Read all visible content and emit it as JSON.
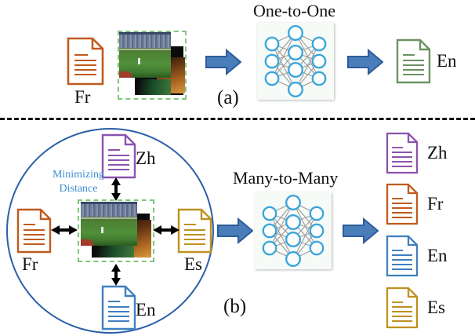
{
  "figure": {
    "divider_style": "dashed",
    "colors": {
      "arrow_fill": "#4A7EBB",
      "arrow_stroke": "#2E5C9A",
      "circle_stroke": "#2B5FA8",
      "dashbox": "#7dc67d",
      "node_stroke": "#3BA6DC",
      "edge": "#9a9a9a",
      "doc_orange": "#C05A1E",
      "doc_green": "#6B9362",
      "doc_purple": "#8B52B0",
      "doc_blue": "#3F7FBF",
      "doc_gold": "#BF9020",
      "mindist_text": "#3F8FD2",
      "black_arrow": "#000000"
    }
  },
  "panel_a": {
    "caption": "(a)",
    "title": "One-to-One",
    "input_doc": {
      "label": "Fr",
      "color_key": "doc_orange",
      "name": "french-document"
    },
    "image_caption": "baseball-field-thumbnail",
    "output_doc": {
      "label": "En",
      "color_key": "doc_green",
      "name": "english-document"
    },
    "arrows": [
      "arrow-into-network",
      "arrow-out-of-network"
    ],
    "network": {
      "layers": [
        3,
        4,
        3
      ],
      "node_color": "#3BA6DC",
      "background": "#f7fbf7"
    }
  },
  "panel_b": {
    "caption": "(b)",
    "title": "Many-to-Many",
    "minimizing_distance_line1": "Minimizing",
    "minimizing_distance_line2": "Distance",
    "circle_docs": [
      {
        "label": "Zh",
        "color_key": "doc_purple",
        "position": "top",
        "name": "chinese-document"
      },
      {
        "label": "Fr",
        "color_key": "doc_orange",
        "position": "left",
        "name": "french-document"
      },
      {
        "label": "Es",
        "color_key": "doc_gold",
        "position": "right",
        "name": "spanish-document"
      },
      {
        "label": "En",
        "color_key": "doc_blue",
        "position": "bottom",
        "name": "english-document"
      }
    ],
    "image_caption": "baseball-field-thumbnail",
    "network": {
      "layers": [
        3,
        4,
        3
      ],
      "node_color": "#3BA6DC",
      "background": "#f7fbf7"
    },
    "output_docs": [
      {
        "label": "Zh",
        "color_key": "doc_purple",
        "name": "chinese-document"
      },
      {
        "label": "Fr",
        "color_key": "doc_orange",
        "name": "french-document"
      },
      {
        "label": "En",
        "color_key": "doc_blue",
        "name": "english-document"
      },
      {
        "label": "Es",
        "color_key": "doc_gold",
        "name": "spanish-document"
      }
    ],
    "arrows": [
      "arrow-into-network",
      "arrow-out-of-network"
    ],
    "bidirectional_arrows": [
      "top",
      "left",
      "right",
      "bottom"
    ]
  }
}
